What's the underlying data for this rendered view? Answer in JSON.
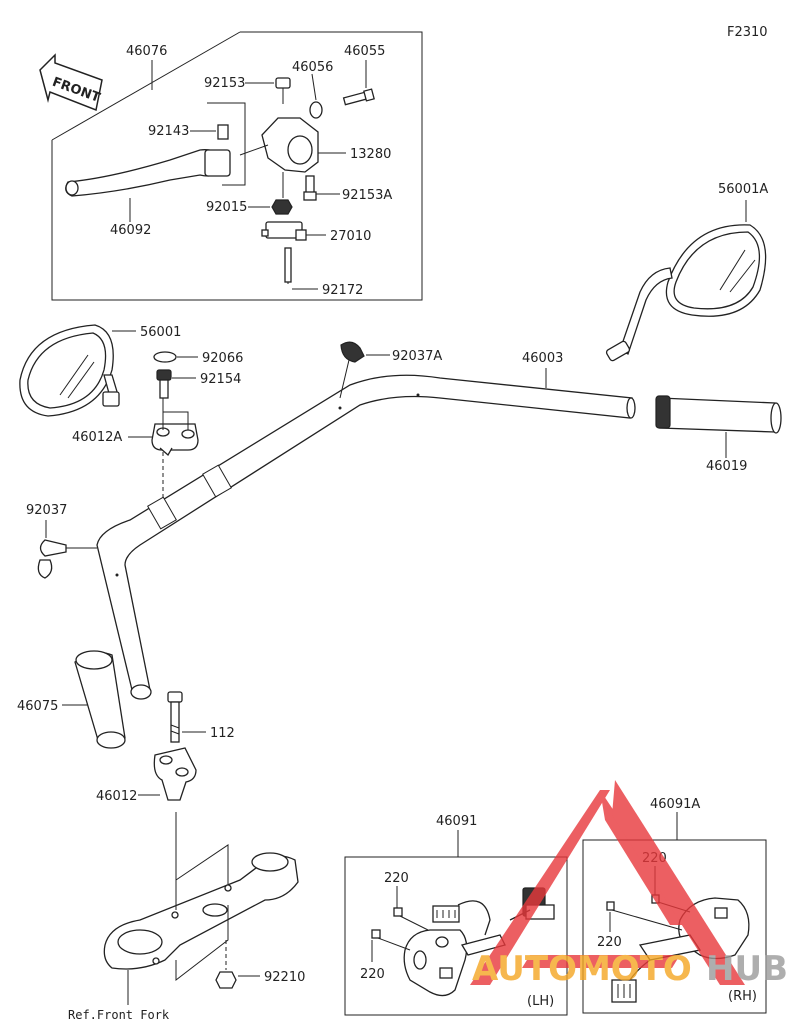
{
  "figure_code": "F2310",
  "front_label": "FRONT",
  "ref_note": "Ref.Front Fork",
  "lh_label": "(LH)",
  "rh_label": "(RH)",
  "watermark": {
    "part1": "AUTOMOTO",
    "part2": "HUB",
    "color_red": "#e8383b",
    "color_orange": "#f5a623",
    "color_gray": "#9b9b9b"
  },
  "parts": {
    "p46076": "46076",
    "p46055": "46055",
    "p92153": "92153",
    "p46056": "46056",
    "p92143": "92143",
    "p13280": "13280",
    "p92153A": "92153A",
    "p46092": "46092",
    "p92015": "92015",
    "p27010": "27010",
    "p92172": "92172",
    "p56001A": "56001A",
    "p56001": "56001",
    "p92066": "92066",
    "p92154": "92154",
    "p92037A": "92037A",
    "p46003": "46003",
    "p46012A": "46012A",
    "p46019": "46019",
    "p92037": "92037",
    "p46075": "46075",
    "p112": "112",
    "p46012": "46012",
    "p46091": "46091",
    "p46091A": "46091A",
    "p220a": "220",
    "p220b": "220",
    "p220c": "220",
    "p220d": "220",
    "p92210": "92210"
  }
}
